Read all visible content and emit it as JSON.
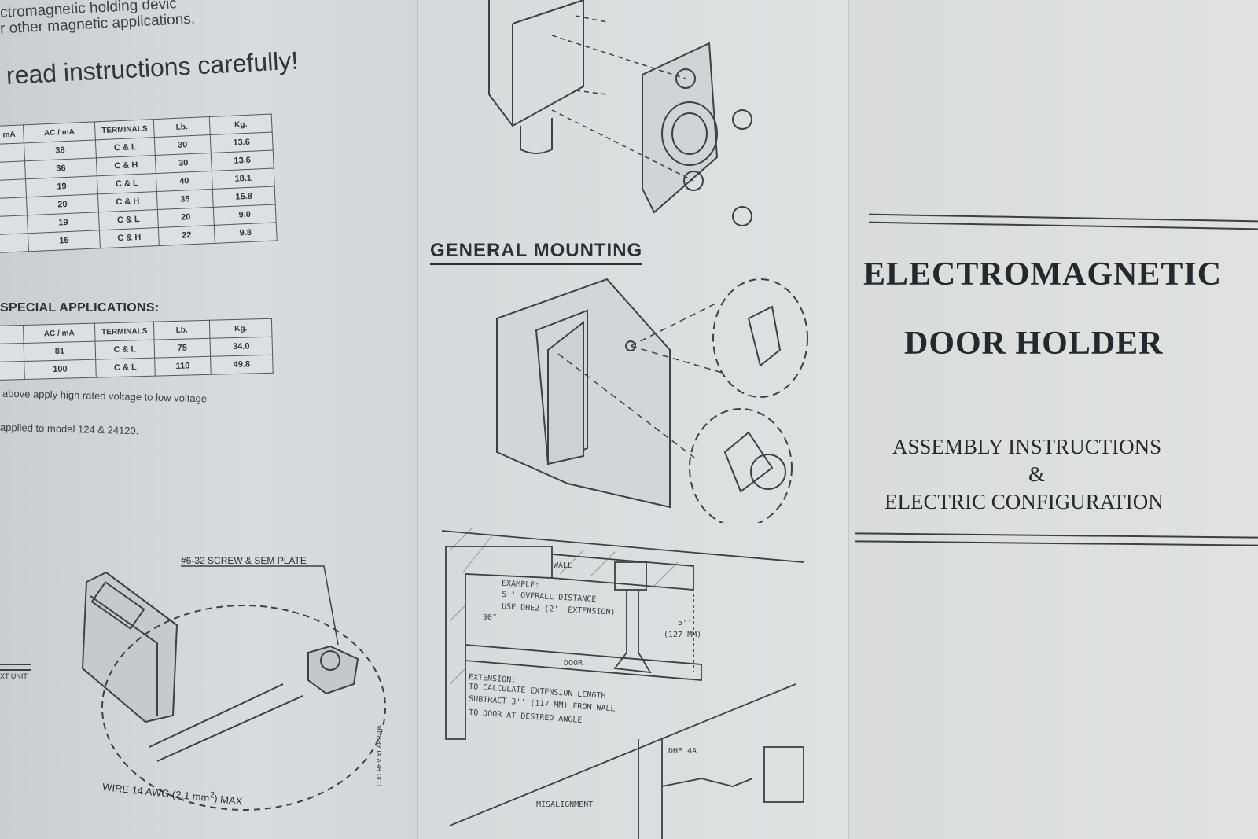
{
  "left": {
    "intro_line1": "ctromagnetic holding devic",
    "intro_line2": "r other magnetic applications.",
    "read_text": "read instructions carefully!",
    "main_table": {
      "headers": [
        "mA",
        "AC / mA",
        "TERMINALS",
        "Lb.",
        "Kg."
      ],
      "rows": [
        [
          "",
          "38",
          "C & L",
          "30",
          "13.6"
        ],
        [
          "",
          "36",
          "C & H",
          "30",
          "13.6"
        ],
        [
          "",
          "19",
          "C & L",
          "40",
          "18.1"
        ],
        [
          "",
          "20",
          "C & H",
          "35",
          "15.8"
        ],
        [
          "",
          "19",
          "C & L",
          "20",
          "9.0"
        ],
        [
          "",
          "15",
          "C & H",
          "22",
          "9.8"
        ]
      ]
    },
    "special_heading": "SPECIAL APPLICATIONS:",
    "special_table": {
      "headers": [
        "",
        "AC / mA",
        "TERMINALS",
        "Lb.",
        "Kg."
      ],
      "rows": [
        [
          "",
          "81",
          "C & L",
          "75",
          "34.0"
        ],
        [
          "",
          "100",
          "C & L",
          "110",
          "49.8"
        ]
      ]
    },
    "note1": "above apply high rated voltage to low voltage",
    "note2": "applied to model 124 & 24120.",
    "screw_label": "#6-32 SCREW & SEM PLATE",
    "ext_unit_label": "XT UNIT",
    "wire_label": "WIRE 14 AWG (2.1 mm",
    "wire_label_sup": "2",
    "wire_label_end": ") MAX",
    "rev_label": "C #1 REV #1 APR '06"
  },
  "middle": {
    "general_mounting": "GENERAL MOUNTING",
    "wall_label": "WALL",
    "example_label": "EXAMPLE:",
    "example_line1": "5'' OVERALL DISTANCE",
    "example_line2": "USE DHE2 (2'' EXTENSION)",
    "angle_label": "90°",
    "dist_label1": "5''",
    "dist_label2": "(127 MM)",
    "door_label": "DOOR",
    "ext_title": "EXTENSION:",
    "ext_line1": "TO CALCULATE EXTENSION LENGTH",
    "ext_line2": "SUBTRACT 3'' (117 MM) FROM WALL",
    "ext_line3": "TO DOOR AT DESIRED ANGLE",
    "dhe_label": "DHE 4A",
    "misalignment_label": "MISALIGNMENT"
  },
  "right": {
    "title_line1": "ELECTROMAGNETIC",
    "title_line2": "DOOR HOLDER",
    "sub_line1": "ASSEMBLY INSTRUCTIONS",
    "sub_line2": "&",
    "sub_line3": "ELECTRIC CONFIGURATION"
  }
}
